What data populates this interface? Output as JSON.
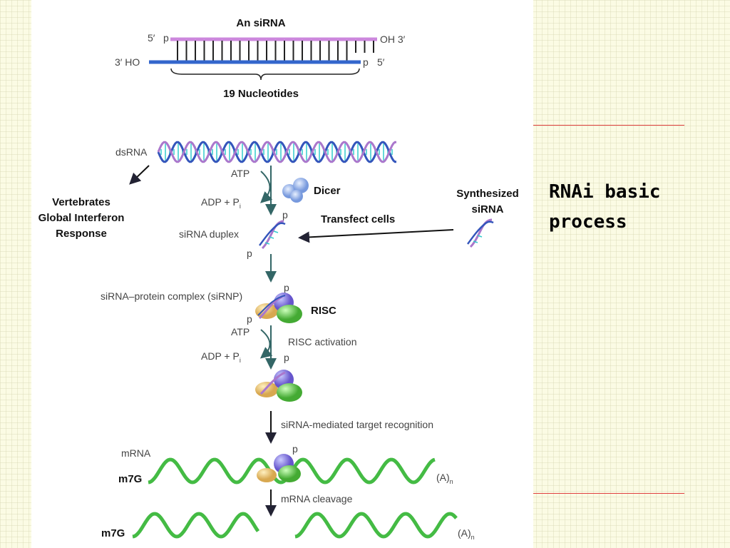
{
  "side_title": "RNAi basic\nprocess",
  "sirna": {
    "title": "An siRNA",
    "five_prime_top": "5′",
    "p_top": "p",
    "oh_three": "OH  3′",
    "three_prime_bottom": "3′  HO",
    "p_bottom": "p",
    "five_prime_bottom": "5′",
    "nucleotides_label": "19 Nucleotides",
    "top_strand_color": "#cc88dd",
    "bottom_strand_color": "#3366cc"
  },
  "pathway": {
    "dsrna": "dsRNA",
    "atp_1": "ATP",
    "adp_1": "ADP + P",
    "adp_1_sub": "i",
    "dicer": "Dicer",
    "vertebrates": [
      "Vertebrates",
      "Global Interferon",
      "Response"
    ],
    "synthesized": [
      "Synthesized",
      "siRNA"
    ],
    "transfect": "Transfect cells",
    "sirna_duplex": "siRNA duplex",
    "p_a": "p",
    "p_b": "p",
    "sirnp": "siRNA–protein complex (siRNP)",
    "p_c": "p",
    "p_d": "p",
    "risc": "RISC",
    "atp_2": "ATP",
    "risc_activation": "RISC activation",
    "adp_2": "ADP + P",
    "adp_2_sub": "i",
    "p_e": "p",
    "target_recognition": "siRNA-mediated target recognition",
    "mrna": "mRNA",
    "p_f": "p",
    "m7g_1": "m7G",
    "polya_1": "(A)",
    "polya_1_sub": "n",
    "cleavage": "mRNA cleavage",
    "m7g_2": "m7G",
    "polya_2": "(A)",
    "polya_2_sub": "n"
  },
  "colors": {
    "background": "#fbfbe4",
    "rule": "#e04040",
    "mrna_green": "#44bb44",
    "arrow_teal": "#336666",
    "helix_blue": "#3355bb",
    "helix_purple": "#aa77cc",
    "helix_cyan": "#33cccc",
    "protein_orange": "#e8c070",
    "protein_purple": "#8877dd",
    "protein_green": "#66cc44"
  }
}
